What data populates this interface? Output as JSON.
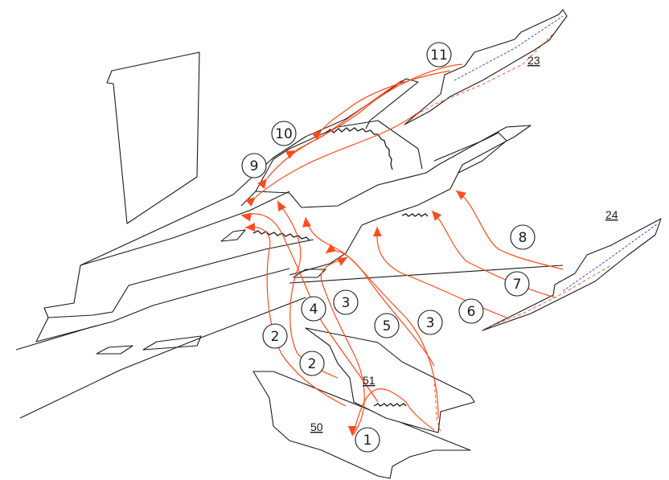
{
  "colors": {
    "line": "#1a1a1a",
    "flow": "#ff4a1c",
    "arrow": "#ff4a1c",
    "blue_dash": "#2a3fd8"
  },
  "callouts": [
    {
      "id": "c11",
      "label": "11"
    },
    {
      "id": "c10",
      "label": "10"
    },
    {
      "id": "c9",
      "label": "9"
    },
    {
      "id": "c8",
      "label": "8"
    },
    {
      "id": "c7",
      "label": "7"
    },
    {
      "id": "c6",
      "label": "6"
    },
    {
      "id": "c5",
      "label": "5"
    },
    {
      "id": "c4",
      "label": "4"
    },
    {
      "id": "c3a",
      "label": "3"
    },
    {
      "id": "c3b",
      "label": "3"
    },
    {
      "id": "c2a",
      "label": "2"
    },
    {
      "id": "c2b",
      "label": "2"
    },
    {
      "id": "c1",
      "label": "1"
    }
  ],
  "reference_numerals": {
    "part_23": "23",
    "part_24": "24",
    "part_50": "50",
    "part_51": "51"
  }
}
